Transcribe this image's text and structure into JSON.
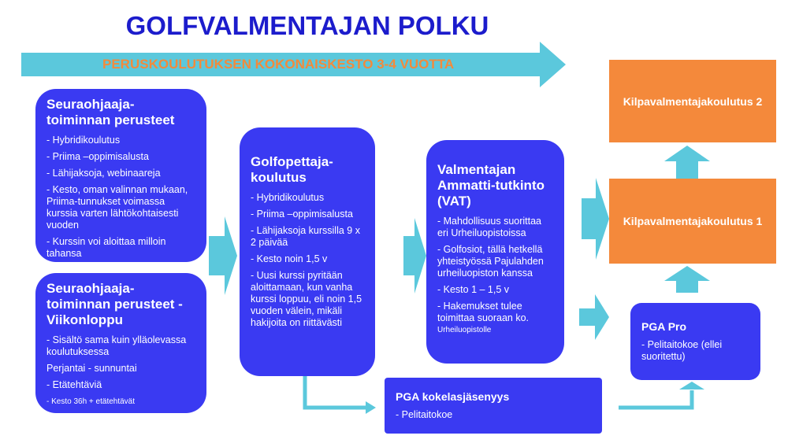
{
  "title": "GOLFVALMENTAJAN POLKU",
  "banner": "PERUSKOULUTUKSEN KOKONAISKESTO 3-4 VUOTTA",
  "box1": {
    "heading": "Seuraohjaaja-toiminnan perusteet",
    "items": [
      "- Hybridikoulutus",
      "- Priima –oppimisalusta",
      "- Lähijaksoja, webinaareja",
      "- Kesto, oman valinnan mukaan, Priima-tunnukset voimassa kurssia varten lähtökohtaisesti vuoden",
      "- Kurssin voi aloittaa milloin tahansa"
    ]
  },
  "box2": {
    "heading": "Seuraohjaaja-toiminnan perusteet - Viikonloppu",
    "items": [
      "- Sisältö sama kuin ylläolevassa koulutuksessa",
      "Perjantai - sunnuntai",
      "- Etätehtäviä",
      "- Kesto 36h + etätehtävät"
    ]
  },
  "box3": {
    "heading": "Golfopettaja-koulutus",
    "items": [
      "- Hybridikoulutus",
      "- Priima –oppimisalusta",
      "- Lähijaksoja kurssilla 9 x 2 päivää",
      "- Kesto noin 1,5 v",
      "- Uusi kurssi pyritään aloittamaan, kun vanha kurssi loppuu, eli noin 1,5 vuoden välein, mikäli hakijoita on riittävästi"
    ]
  },
  "box4": {
    "heading": "Valmentajan Ammatti-tutkinto (VAT)",
    "items": [
      "- Mahdollisuus suorittaa eri Urheiluopistoissa",
      "- Golfosiot, tällä hetkellä yhteistyössä Pajulahden urheiluopiston kanssa",
      "- Kesto 1 – 1,5 v",
      "- Hakemukset tulee toimittaa suoraan ko.",
      "Urheiluopistolle"
    ]
  },
  "kilpa2": "Kilpavalmentajakoulutus 2",
  "kilpa1": "Kilpavalmentajakoulutus 1",
  "pgapro": {
    "heading": "PGA Pro",
    "items": [
      "- Pelitaitokoe (ellei suoritettu)"
    ]
  },
  "pgakok": {
    "heading": "PGA kokelasjäsenyys",
    "items": [
      "- Pelitaitokoe"
    ]
  }
}
